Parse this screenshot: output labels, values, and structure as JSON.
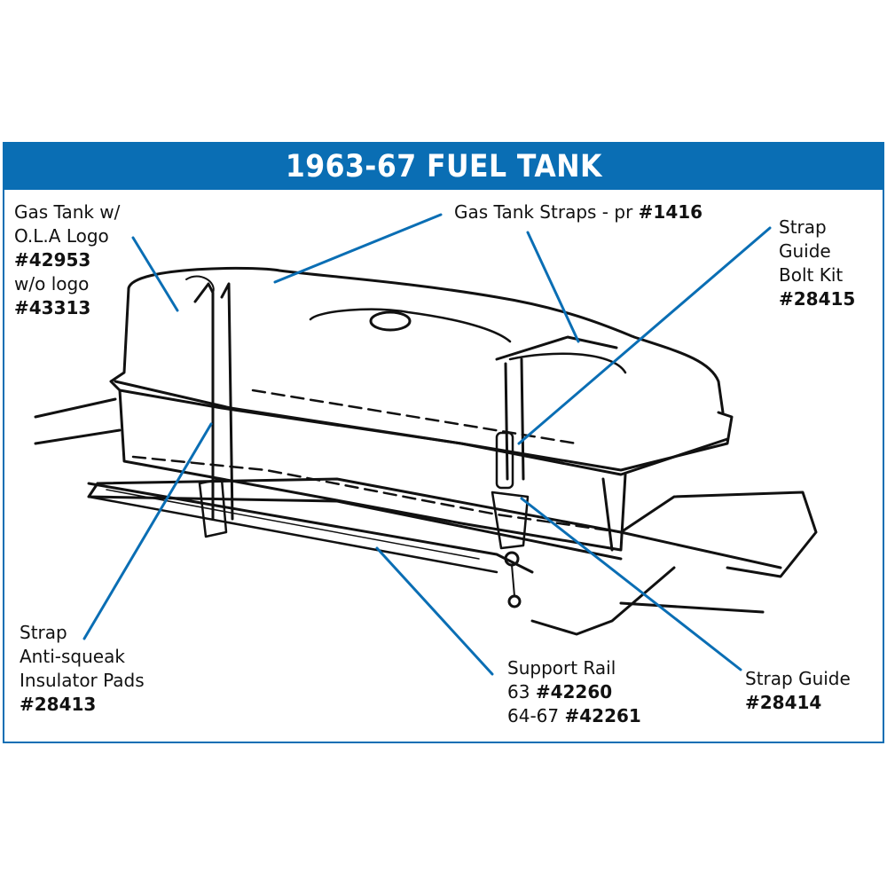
{
  "title": "1963-67 FUEL TANK",
  "colors": {
    "accent": "#0a6eb4",
    "leader": "#0a6eb4",
    "ink": "#111111"
  },
  "labels": {
    "gas_tank": {
      "line1": "Gas Tank w/",
      "line2": "O.L.A Logo",
      "part1": "#42953",
      "line3": "w/o logo",
      "part2": "#43313"
    },
    "straps": {
      "text": "Gas Tank Straps - pr",
      "part": "#1416"
    },
    "strap_guide_bolt_kit": {
      "line1": "Strap",
      "line2": "Guide",
      "line3": "Bolt Kit",
      "part": "#28415"
    },
    "insulator_pads": {
      "line1": "Strap",
      "line2": "Anti-squeak",
      "line3": "Insulator Pads",
      "part": "#28413"
    },
    "support_rail": {
      "line1": "Support Rail",
      "line2_prefix": "63",
      "line2_part": "#42260",
      "line3_prefix": "64-67",
      "line3_part": "#42261"
    },
    "strap_guide": {
      "line1": "Strap Guide",
      "part": "#28414"
    }
  }
}
